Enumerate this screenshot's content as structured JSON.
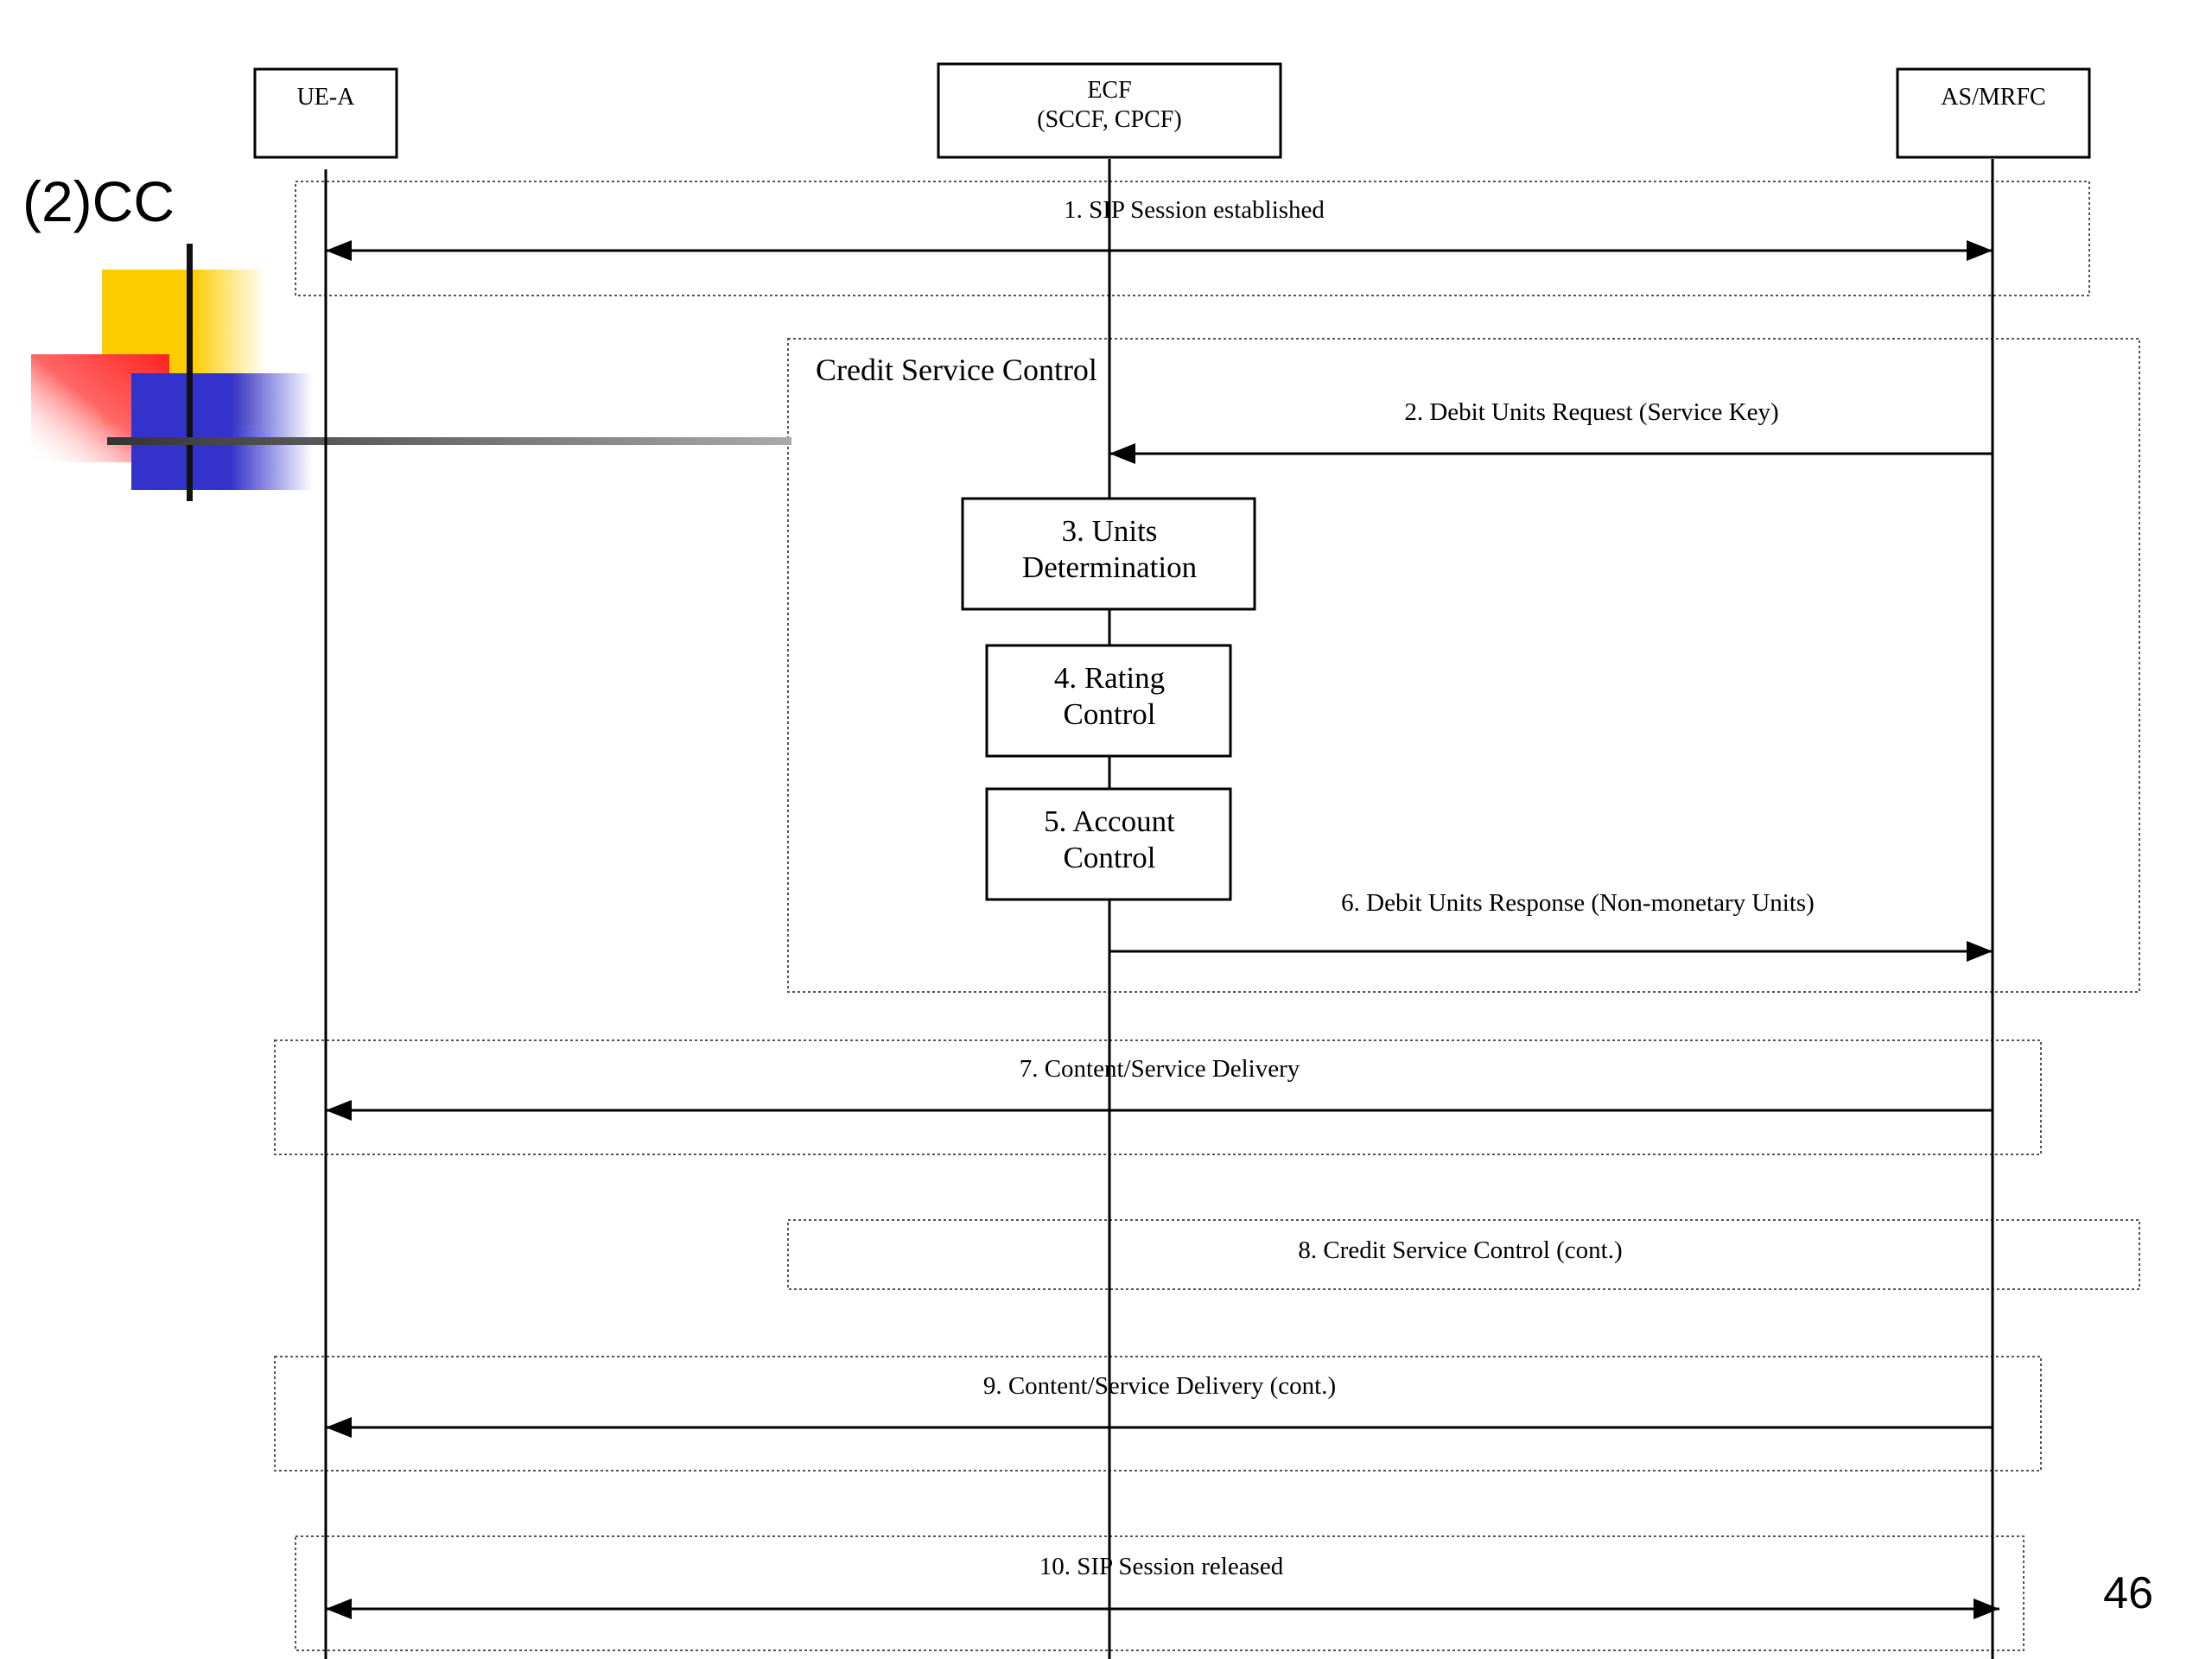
{
  "slide": {
    "title": "(2)CC",
    "page_number": "46"
  },
  "participants": {
    "ue": {
      "name": "UE-A"
    },
    "ecf": {
      "name": "ECF",
      "subtitle": "(SCCF, CPCF)"
    },
    "as": {
      "name": "AS/MRFC"
    }
  },
  "frames": {
    "credit_service_control": "Credit Service Control",
    "credit_service_control_cont": "8. Credit Service Control (cont.)"
  },
  "process_boxes": [
    {
      "line1": "3. Units",
      "line2": "Determination"
    },
    {
      "line1": "4. Rating",
      "line2": "Control"
    },
    {
      "line1": "5. Account",
      "line2": "Control"
    }
  ],
  "messages": [
    {
      "label": "1. SIP Session established",
      "direction": "both"
    },
    {
      "label": "2. Debit Units Request (Service Key)",
      "direction": "as-to-ecf"
    },
    {
      "label": "6. Debit Units Response (Non-monetary Units)",
      "direction": "ecf-to-as"
    },
    {
      "label": "7. Content/Service Delivery",
      "direction": "as-to-ue"
    },
    {
      "label": "9. Content/Service Delivery (cont.)",
      "direction": "as-to-ue"
    },
    {
      "label": "10. SIP Session released",
      "direction": "both"
    }
  ],
  "colors": {
    "deco_yellow": "#ffcc00",
    "deco_red": "#ff3333",
    "deco_blue": "#3333cc"
  }
}
